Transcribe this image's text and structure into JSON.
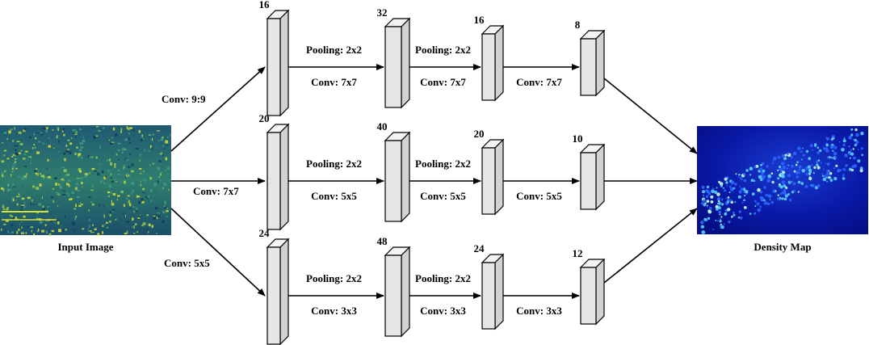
{
  "input_caption": "Input Image",
  "output_caption": "Density Map",
  "columns": [
    {
      "conv_entry": "Conv: 9:9",
      "sizes": [
        "16",
        "32",
        "16",
        "8"
      ],
      "top_labels": [
        "Pooling: 2x2",
        "Pooling: 2x2"
      ],
      "bottom_labels": [
        "Conv: 7x7",
        "Conv: 7x7",
        "Conv: 7x7"
      ]
    },
    {
      "conv_entry": "Conv: 7x7",
      "sizes": [
        "20",
        "40",
        "20",
        "10"
      ],
      "top_labels": [
        "Pooling: 2x2",
        "Pooling: 2x2"
      ],
      "bottom_labels": [
        "Conv: 5x5",
        "Conv: 5x5",
        "Conv: 5x5"
      ]
    },
    {
      "conv_entry": "Conv: 5x5",
      "sizes": [
        "24",
        "48",
        "24",
        "12"
      ],
      "top_labels": [
        "Pooling: 2x2",
        "Pooling: 2x2"
      ],
      "bottom_labels": [
        "Conv: 3x3",
        "Conv: 3x3",
        "Conv: 3x3"
      ]
    }
  ],
  "colors": {
    "block_front": "#e6e6e6",
    "block_side": "#d2d2d2",
    "block_top": "#f4f4f4",
    "stroke": "#000000",
    "input_base": "#2c6e78",
    "input_highlight": "#d8e034",
    "density_base": "#0a1a9c",
    "density_highlight": "#5ad0ff"
  }
}
